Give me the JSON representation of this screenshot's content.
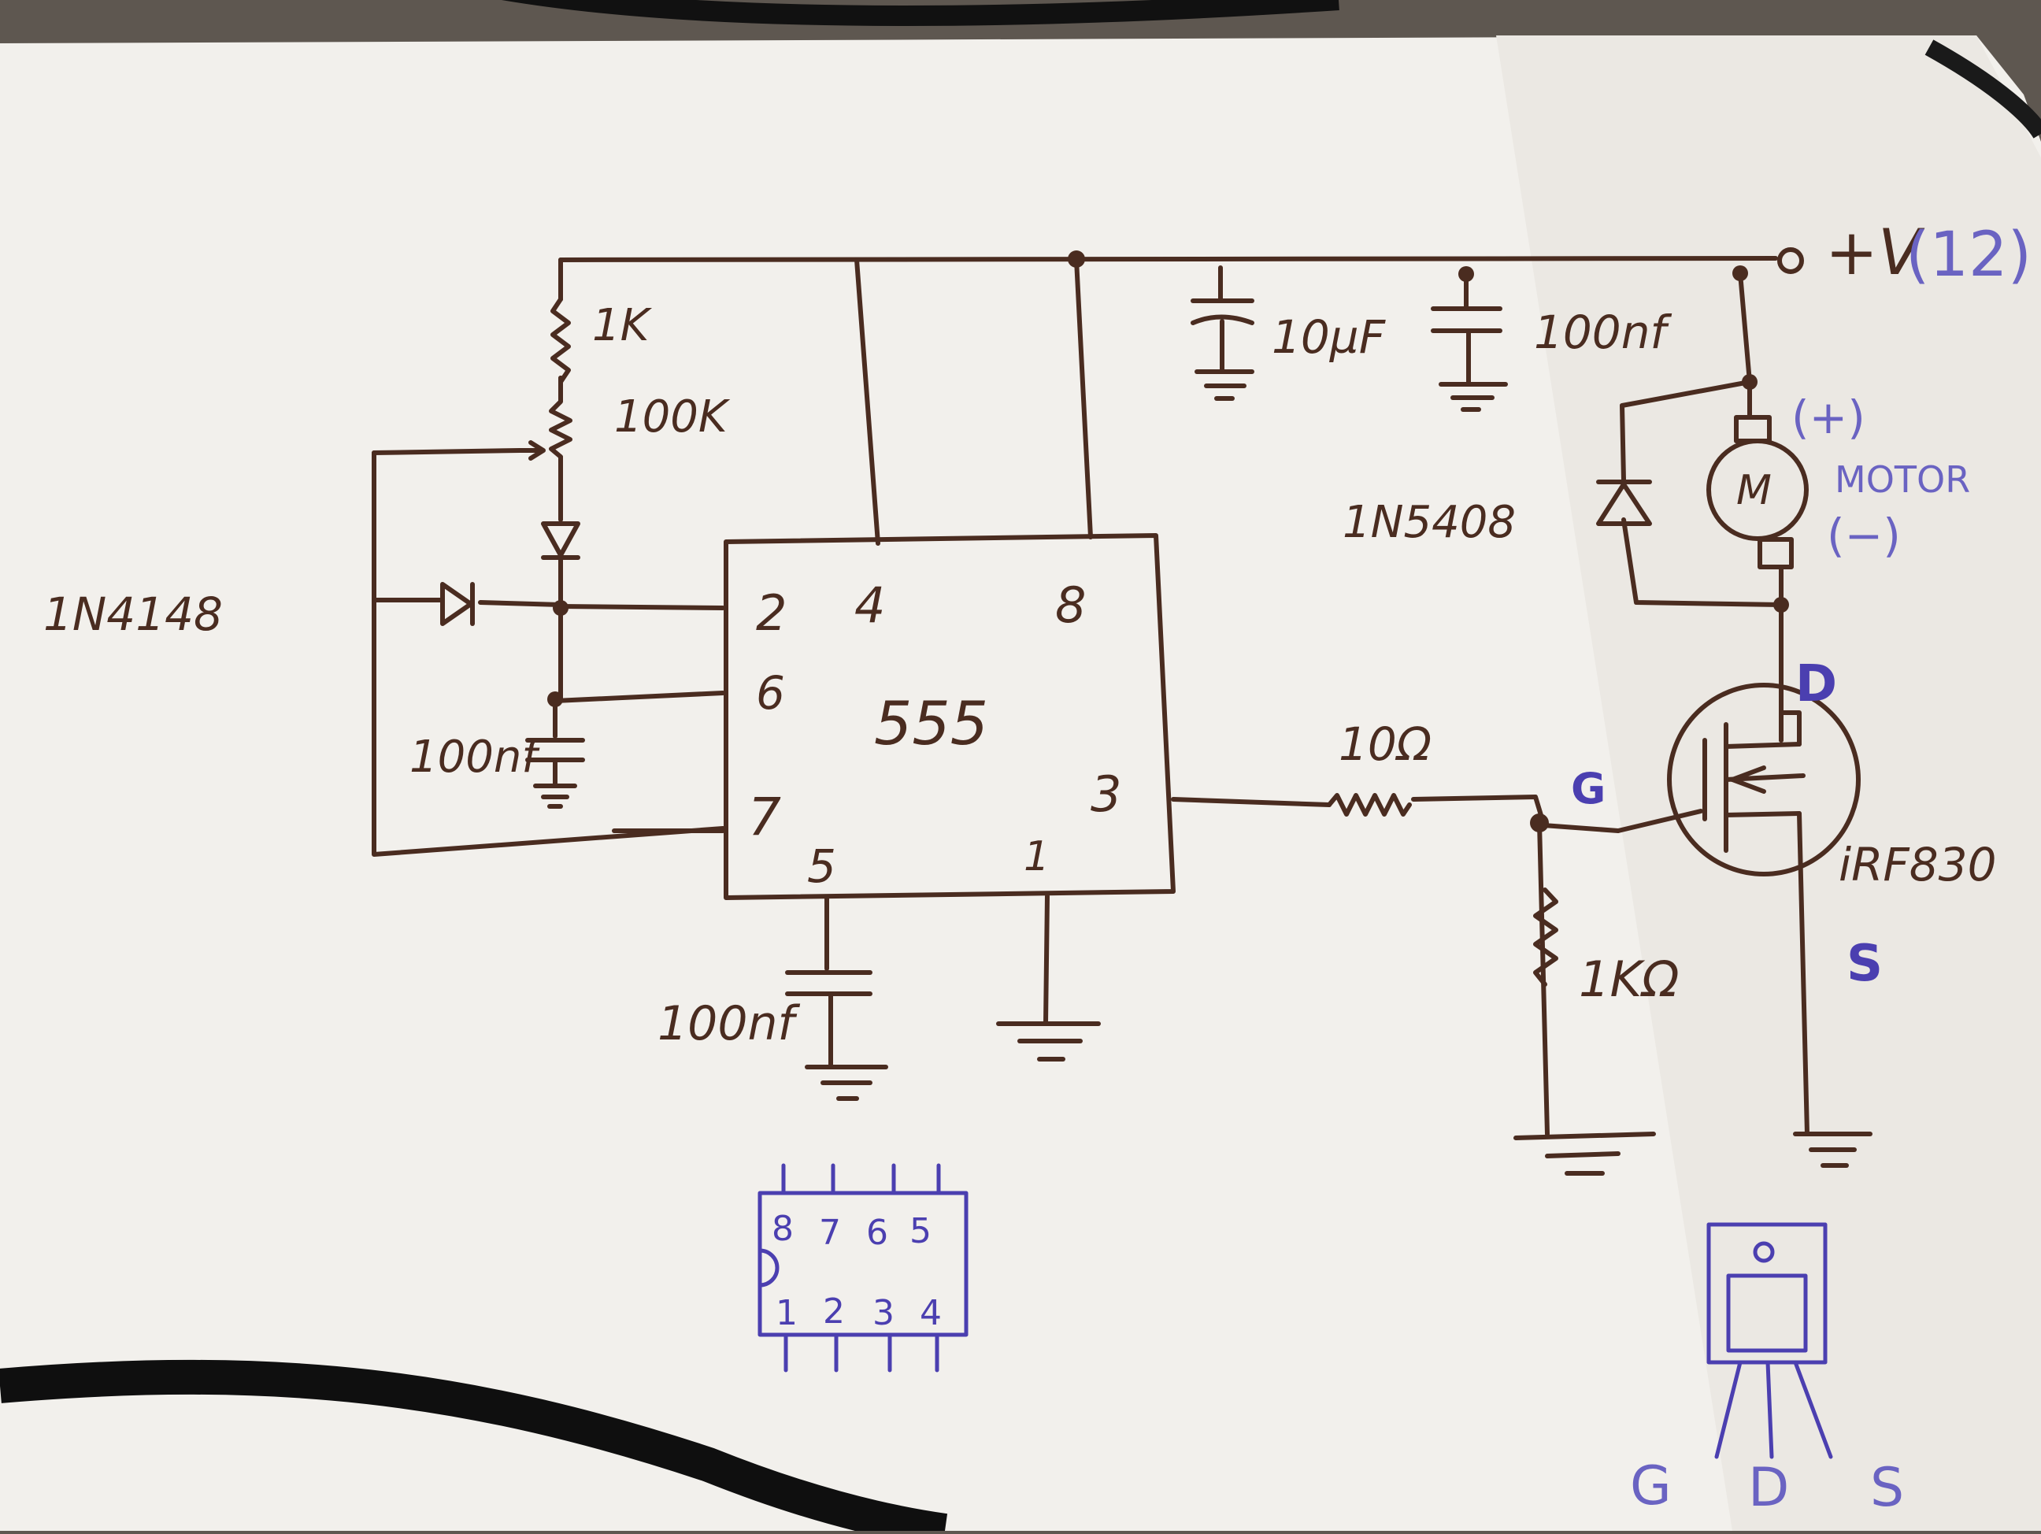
{
  "supply": {
    "label": "+V",
    "value": "(12)"
  },
  "timer": {
    "name": "555",
    "pin2": "2",
    "pin4": "4",
    "pin8": "8",
    "pin6": "6",
    "pin7": "7",
    "pin5": "5",
    "pin1": "1",
    "pin3": "3"
  },
  "components": {
    "r1k_top": "1K",
    "pot_100k": "100K",
    "diode_1n4148": "1N4148",
    "cap_timing": "100nf",
    "cap_10uf": "10µF",
    "cap_100nf_supply": "100nf",
    "cap_100nf_pin5": "100nf",
    "diode_1n5408": "1N5408",
    "r_gate": "10Ω",
    "r_pulldown": "1KΩ",
    "mosfet": "iRF830",
    "motor_symbol": "M",
    "motor_label": "MOTOR",
    "motor_plus": "(+)",
    "motor_minus": "(−)",
    "pin_d": "D",
    "pin_g": "G",
    "pin_s": "S"
  },
  "dip_pinout": {
    "top": [
      "8",
      "7",
      "6",
      "5"
    ],
    "bottom": [
      "1",
      "2",
      "3",
      "4"
    ]
  },
  "to220_pinout": [
    "G",
    "D",
    "S"
  ]
}
